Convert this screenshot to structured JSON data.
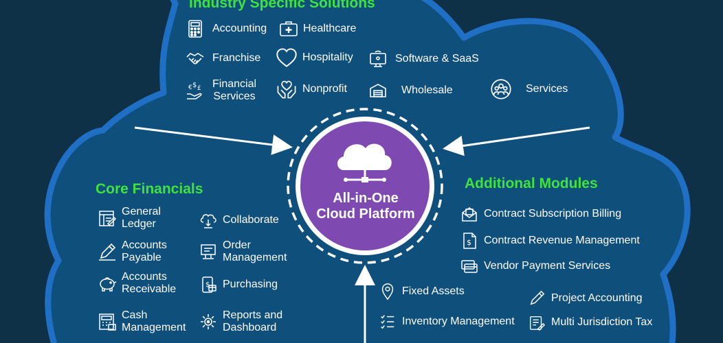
{
  "sections": {
    "industry": {
      "heading": "Industry Specific Solutions",
      "items": [
        {
          "label": "Accounting",
          "icon": "calculator-icon"
        },
        {
          "label": "Healthcare",
          "icon": "medical-kit-icon"
        },
        {
          "label": "Franchise",
          "icon": "handshake-icon"
        },
        {
          "label": "Hospitality",
          "icon": "heart-icon"
        },
        {
          "label": "Software & SaaS",
          "icon": "computer-icon"
        },
        {
          "label": "Financial\nServices",
          "icon": "money-hand-icon"
        },
        {
          "label": "Nonprofit",
          "icon": "hands-heart-icon"
        },
        {
          "label": "Wholesale",
          "icon": "warehouse-icon"
        },
        {
          "label": "Services",
          "icon": "people-group-icon"
        }
      ]
    },
    "core": {
      "heading": "Core Financials",
      "items": [
        {
          "label": "General\nLedger",
          "icon": "ledger-icon"
        },
        {
          "label": "Collaborate",
          "icon": "cloud-sync-icon"
        },
        {
          "label": "Accounts\nPayable",
          "icon": "pen-icon"
        },
        {
          "label": "Order\nManagement",
          "icon": "order-screen-icon"
        },
        {
          "label": "Accounts\nReceivable",
          "icon": "piggy-bank-icon"
        },
        {
          "label": "Purchasing",
          "icon": "purchase-card-icon"
        },
        {
          "label": "Cash\nManagement",
          "icon": "cash-register-icon"
        },
        {
          "label": "Reports and\nDashboard",
          "icon": "gear-report-icon"
        }
      ]
    },
    "additional": {
      "heading": "Additional Modules",
      "items": [
        {
          "label": "Contract Subscription Billing",
          "icon": "envelope-icon"
        },
        {
          "label": "Contract Revenue Management",
          "icon": "dollar-document-icon"
        },
        {
          "label": "Vendor Payment Services",
          "icon": "payment-cards-icon"
        },
        {
          "label": "Fixed Assets",
          "icon": "location-pin-icon"
        },
        {
          "label": "Project Accounting",
          "icon": "pencil-icon"
        },
        {
          "label": "Inventory Management",
          "icon": "checklist-icon"
        },
        {
          "label": "Multi Jurisdiction Tax",
          "icon": "tax-document-icon"
        }
      ]
    }
  },
  "center": {
    "title": "All-in-One\nCloud Platform",
    "icon": "cloud-network-icon"
  },
  "colors": {
    "background": "#0f3147",
    "cloud_fill": "#0e4f7c",
    "cloud_outline": "#1f6fc4",
    "heading": "#3ee33e",
    "center_fill": "#7e4ab2",
    "text": "#ffffff"
  }
}
